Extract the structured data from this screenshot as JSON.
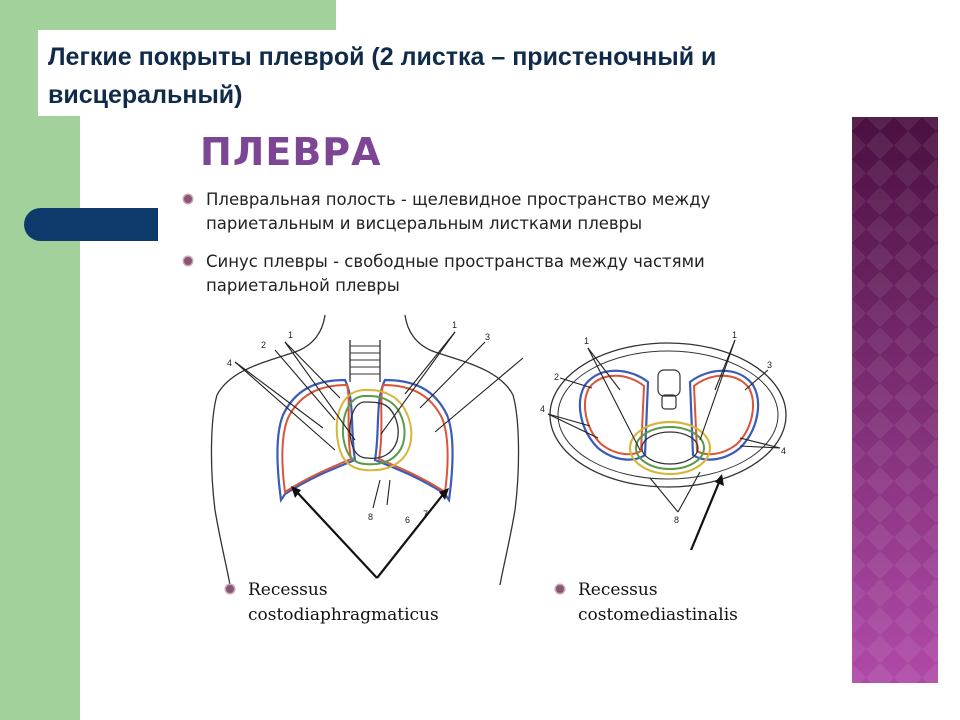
{
  "colors": {
    "green": "#a3d19b",
    "navy": "#0d3a6a",
    "purple_top": "#4a1040",
    "purple_bottom": "#b04aa8",
    "heading": "#7d4694",
    "bullet": "#8a5573",
    "title": "#102a4a",
    "parietal": "#3b5bb8",
    "visceral": "#d9553a",
    "third": "#d6b63a",
    "fourth": "#5a9a4a"
  },
  "slide": {
    "title": "Легкие покрыты плеврой (2 листка – пристеночный и висцеральный)"
  },
  "content": {
    "heading": "ПЛЕВРА",
    "bullets": [
      "Плевральная полость - щелевидное пространство между париетальным и висцеральным листками плевры",
      "Синус плевры - свободные пространства между частями париетальной плевры"
    ]
  },
  "figure_left": {
    "labels": [
      "1",
      "1",
      "2",
      "3",
      "4",
      "8",
      "6",
      "7"
    ],
    "caption": [
      "Recessus",
      "costodiaphragmaticus"
    ]
  },
  "figure_right": {
    "labels": [
      "1",
      "1",
      "2",
      "3",
      "4",
      "4",
      "8"
    ],
    "caption": [
      "Recessus",
      "costomediastinalis"
    ]
  }
}
